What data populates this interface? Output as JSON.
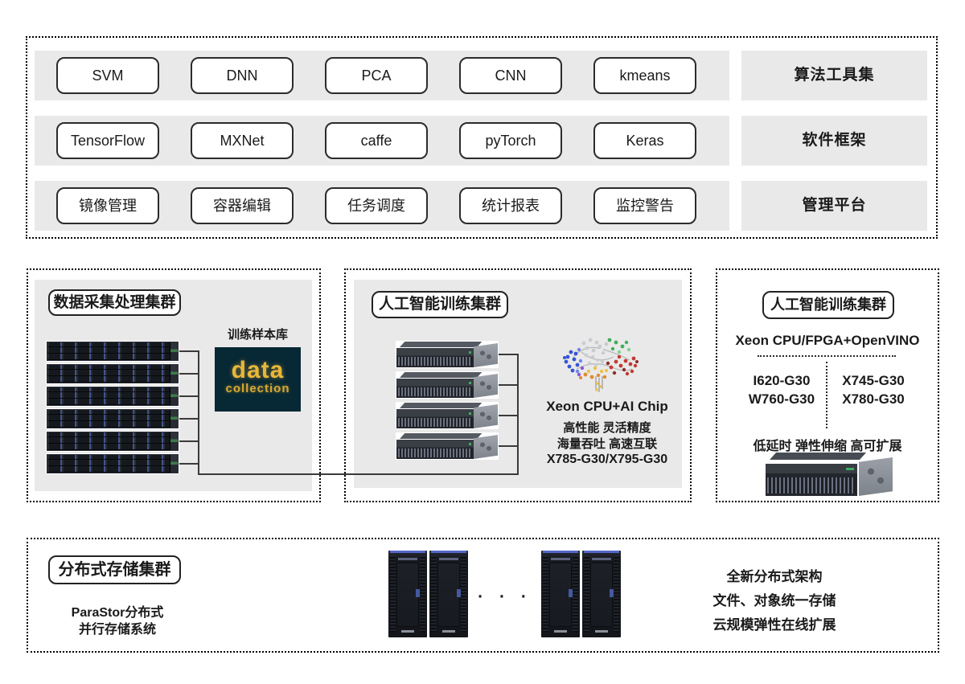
{
  "stack_panel": {
    "rows": [
      {
        "items": [
          "SVM",
          "DNN",
          "PCA",
          "CNN",
          "kmeans"
        ],
        "label": "算法工具集"
      },
      {
        "items": [
          "TensorFlow",
          "MXNet",
          "caffe",
          "pyTorch",
          "Keras"
        ],
        "label": "软件框架"
      },
      {
        "items": [
          "镜像管理",
          "容器编辑",
          "任务调度",
          "统计报表",
          "监控警告"
        ],
        "label": "管理平台"
      }
    ]
  },
  "clusters": {
    "data_collection": {
      "title": "数据采集处理集群",
      "server_count": 6,
      "sample_library_label": "训练样本库",
      "image_word_1": "data",
      "image_word_2": "collection"
    },
    "ai_training": {
      "title": "人工智能训练集群",
      "server_count": 4,
      "chip_label": "Xeon CPU+AI Chip",
      "features_line1": "高性能 灵活精度",
      "features_line2": "海量吞吐 高速互联",
      "models": "X785-G30/X795-G30"
    },
    "ai_inference": {
      "title": "人工智能训练集群",
      "platform": "Xeon CPU/FPGA+OpenVINO",
      "models_left": [
        "I620-G30",
        "W760-G30"
      ],
      "models_right": [
        "X745-G30",
        "X780-G30"
      ],
      "features": "低延时 弹性伸缩 高可扩展"
    }
  },
  "storage": {
    "title": "分布式存储集群",
    "subtitle_line1": "ParaStor分布式",
    "subtitle_line2": "并行存储系统",
    "ellipsis": "· · ·",
    "rack_pairs": 2,
    "racks_per_pair": 2,
    "features": [
      "全新分布式架构",
      "文件、对象统一存储",
      "云规模弹性在线扩展"
    ]
  },
  "colors": {
    "panel_gray": "#e9e9e9",
    "line_dark": "#3a3a3a",
    "gold_accent": "#e8b63a",
    "teal_dark": "#0c4155",
    "rack_blue": "#5668c8"
  }
}
